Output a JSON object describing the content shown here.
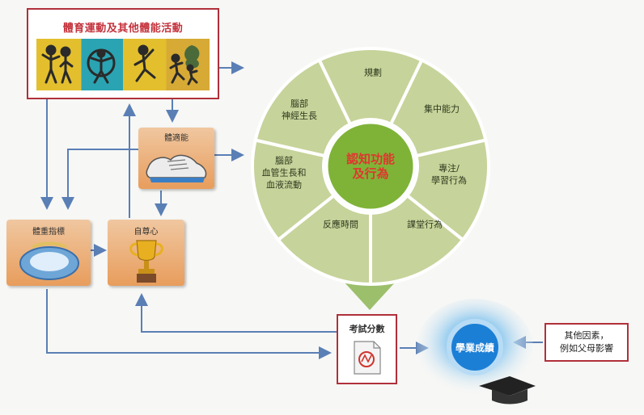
{
  "top_box": {
    "title": "體育運動及其他體能活動"
  },
  "fitness_box": {
    "label": "體適能"
  },
  "health_box": {
    "label": "體重指標"
  },
  "esteem_box": {
    "label": "自尊心"
  },
  "wheel": {
    "center": "認知功能\n及行為",
    "segments": [
      {
        "label": "規劃"
      },
      {
        "label": "集中能力"
      },
      {
        "label": "專注/\n學習行為"
      },
      {
        "label": "課堂行為"
      },
      {
        "label": "反應時間"
      },
      {
        "label": "腦部\n血管生長和\n血液流動"
      },
      {
        "label": "腦部\n神經生長"
      }
    ],
    "colors": {
      "segment": "#c6d39a",
      "center": "#7fb338",
      "border": "#ffffff"
    }
  },
  "score_box": {
    "title": "考試分數"
  },
  "academic": {
    "label": "學業成績"
  },
  "other_factors": {
    "line1": "其他因素，",
    "line2": "例如父母影響"
  },
  "colors": {
    "arrow": "#5a7fb5",
    "frame": "#b0303a",
    "title_red": "#c4323c",
    "academic_blue": "#1c7fd6"
  }
}
